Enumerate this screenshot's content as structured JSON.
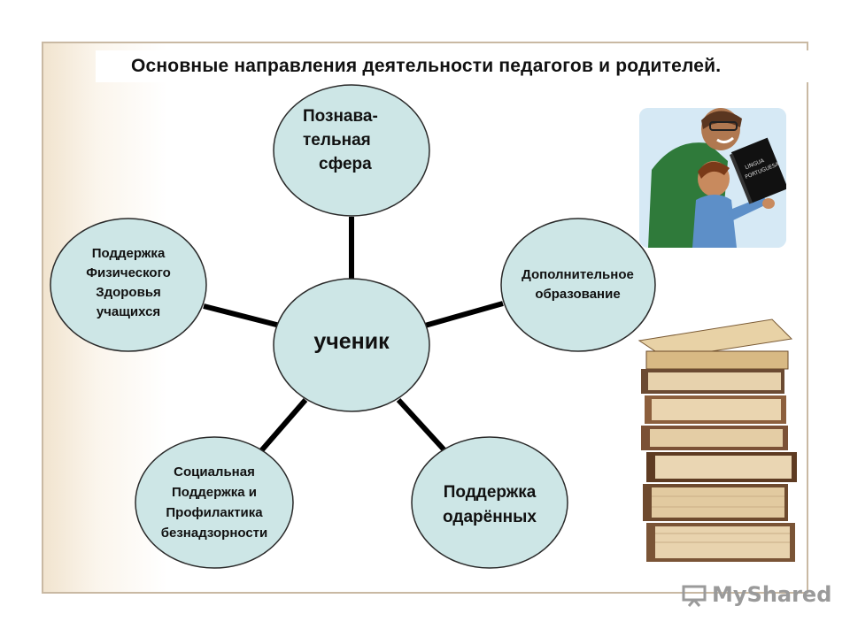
{
  "title": "Основные направления деятельности педагогов и родителей.",
  "diagram": {
    "center": "ученик",
    "nodes": {
      "cognitive": [
        "Познава-",
        "тельная",
        "сфера"
      ],
      "additional": [
        "Дополнительное",
        "образование"
      ],
      "gifted": [
        "Поддержка",
        "одарённых"
      ],
      "social": [
        "Социальная",
        "Поддержка и",
        "Профилактика",
        "безнадзорности"
      ],
      "health": [
        "Поддержка",
        "Физического",
        "Здоровья",
        "учащихся"
      ]
    }
  },
  "illustration": {
    "book_label_line1": "LINGUA",
    "book_label_line2": "PORTUGUESA"
  },
  "watermark": {
    "text": "MyShared"
  },
  "colors": {
    "node_fill": "#cde6e6",
    "node_stroke": "#2a2a2a",
    "connector": "#000000",
    "frame_border": "#c9b9a3"
  }
}
